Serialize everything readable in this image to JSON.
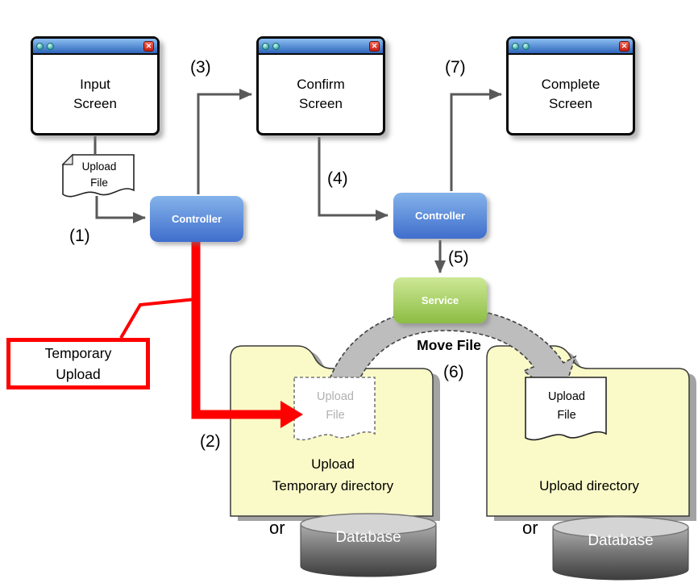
{
  "diagram": {
    "windows": [
      {
        "name": "input-screen",
        "label": "Input\nScreen"
      },
      {
        "name": "confirm-screen",
        "label": "Confirm\nScreen"
      },
      {
        "name": "complete-screen",
        "label": "Complete\nScreen"
      }
    ],
    "controllers": [
      {
        "label": "Controller"
      },
      {
        "label": "Controller"
      }
    ],
    "service": {
      "label": "Service"
    },
    "steps": [
      "(1)",
      "(2)",
      "(3)",
      "(4)",
      "(5)",
      "(6)",
      "(7)"
    ],
    "documents": {
      "source": "Upload\nFile",
      "temporary": "Upload\nFile",
      "final": "Upload\nFile"
    },
    "callout": {
      "label": "Temporary\nUpload"
    },
    "move_file": {
      "label": "Move File"
    },
    "folders": [
      {
        "caption": "Upload\nTemporary directory"
      },
      {
        "caption": "Upload directory"
      }
    ],
    "or": [
      "or",
      "or"
    ],
    "databases": [
      {
        "label": "Database"
      },
      {
        "label": "Database"
      }
    ],
    "icons": {
      "close_glyph": "✕"
    },
    "colors": {
      "red": "#FE0000",
      "controller_blue": "#3F6ECD",
      "service_green": "#8CBD43",
      "folder_yellow": "#FAFAC8",
      "connector_gray": "#595959",
      "window_title_blue": "#2F66BB",
      "database_gray": "#6E6E6E"
    }
  }
}
